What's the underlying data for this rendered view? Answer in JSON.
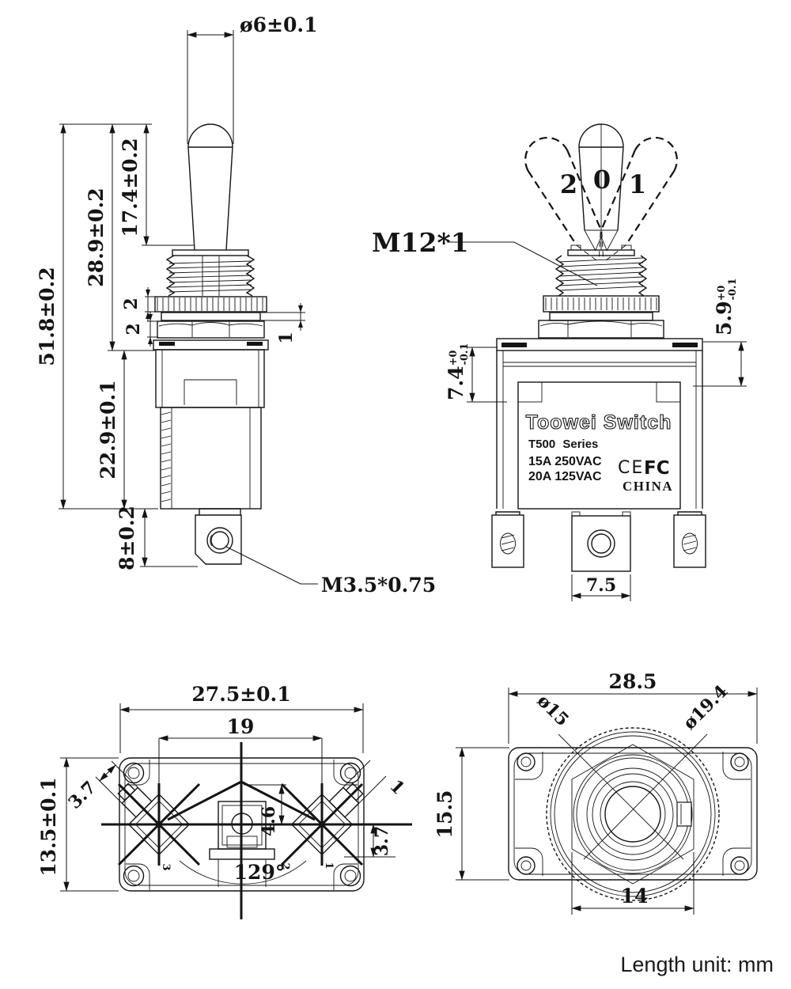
{
  "footer": {
    "length_unit": "Length unit: mm"
  },
  "side_view": {
    "dim_tip_dia": "ø6±0.1",
    "dim_lever_h": "17.4±0.2",
    "dim_upper_h": "28.9±0.2",
    "dim_total_h": "51.8±0.2",
    "dim_body_h": "22.9±0.1",
    "dim_terminal_h": "8±0.2",
    "dim_knurl_t": "2",
    "dim_nut_t": "2",
    "dim_washer_t": "1",
    "terminal_thread_label": "M3.5*0.75"
  },
  "front_view": {
    "bushing_thread_label": "M12*1",
    "position_left": "2",
    "position_center": "0",
    "position_right": "1",
    "dim_flange_step": {
      "value": "7.4",
      "tol_upper": "+0",
      "tol_lower": "-0.1"
    },
    "dim_side_step": {
      "value": "5.9",
      "tol_upper": "+0",
      "tol_lower": "-0.1"
    },
    "dim_terminal_w": "7.5",
    "label": {
      "brand": "Toowei Switch",
      "series": "T500 Series",
      "rating_1": "15A 250VAC",
      "rating_2": "20A 125VAC",
      "cert_ce": "CE",
      "cert_fcc": "FC",
      "origin": "CHINA"
    }
  },
  "bottom_view": {
    "dim_width": "27.5±0.1",
    "dim_pitch": "19",
    "dim_height": "13.5±0.1",
    "dim_blade_left": "3.7",
    "dim_blade_right": "3.7",
    "dim_center_offset": "4.6",
    "dim_corner": "1",
    "dim_throw_angle": "129°",
    "terminal_3": "3",
    "terminal_2": "2",
    "terminal_1": "1"
  },
  "top_view": {
    "dim_width": "28.5",
    "dim_height": "15.5",
    "dim_nut_flats": "14",
    "dim_hole_dia": "ø15",
    "dim_ring_dia": "ø19.4"
  }
}
